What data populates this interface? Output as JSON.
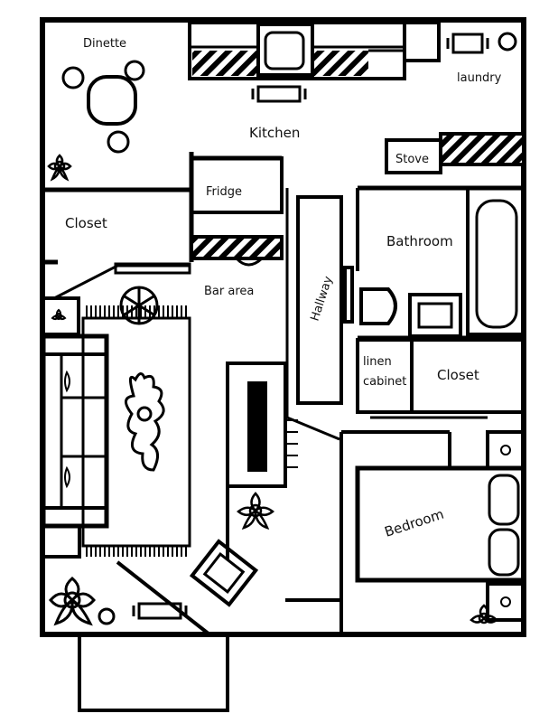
{
  "labels": {
    "dinette": "Dinette",
    "laundry": "laundry",
    "kitchen": "Kitchen",
    "stove": "Stove",
    "fridge": "Fridge",
    "closet_left": "Closet",
    "bathroom": "Bathroom",
    "bar_area": "Bar area",
    "hallway": "Hallway",
    "linen_line1": "linen",
    "linen_line2": "cabinet",
    "closet_right": "Closet",
    "bedroom": "Bedroom"
  },
  "colors": {
    "ink": "#000000",
    "paper": "#ffffff"
  }
}
